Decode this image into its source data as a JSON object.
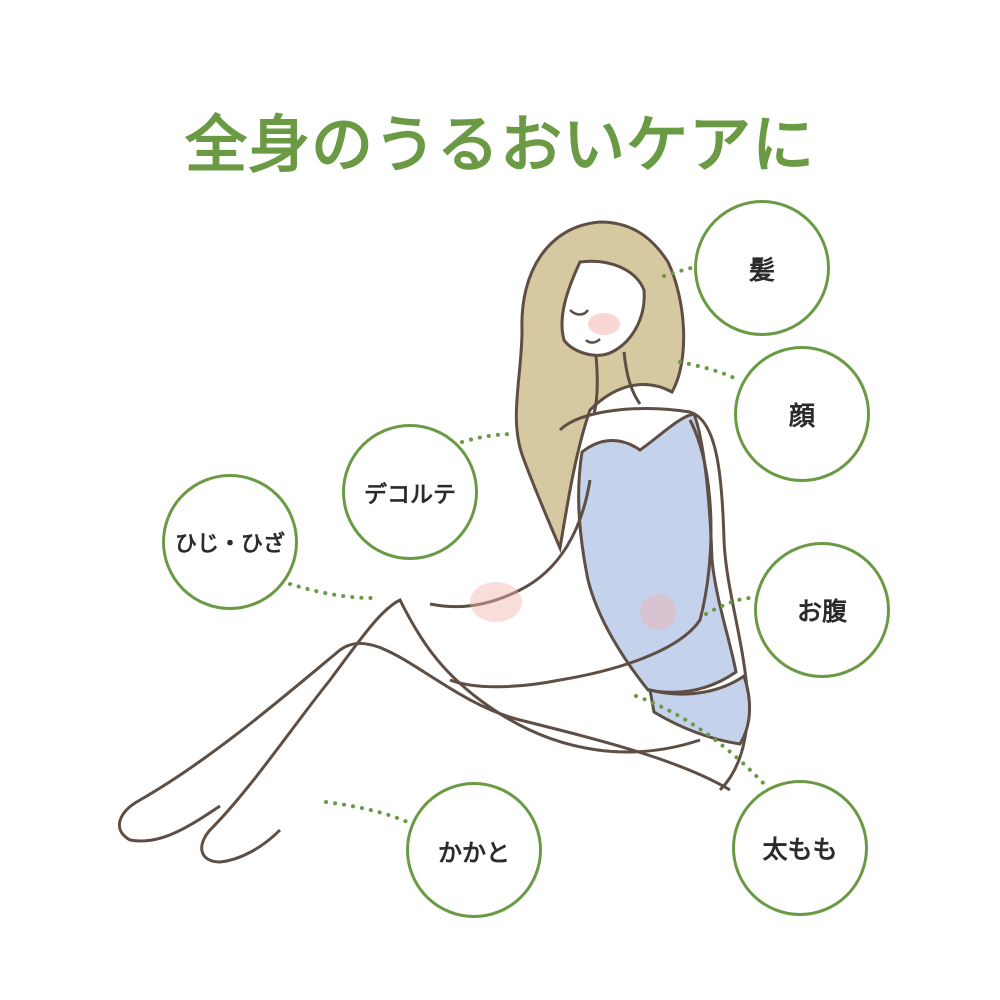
{
  "title": "全身のうるおいケアに",
  "colors": {
    "accent": "#6b9a45",
    "text": "#2b2b2b",
    "hair": "#d6c8a0",
    "outline": "#5e4e44",
    "camisole": "#c4d2ec",
    "blush": "#f0b4b0"
  },
  "labels": {
    "hair": "髪",
    "face": "顔",
    "decollete": "デコルテ",
    "elbow_knee": "ひじ・ひざ",
    "belly": "お腹",
    "heel": "かかと",
    "thigh": "太もも"
  }
}
